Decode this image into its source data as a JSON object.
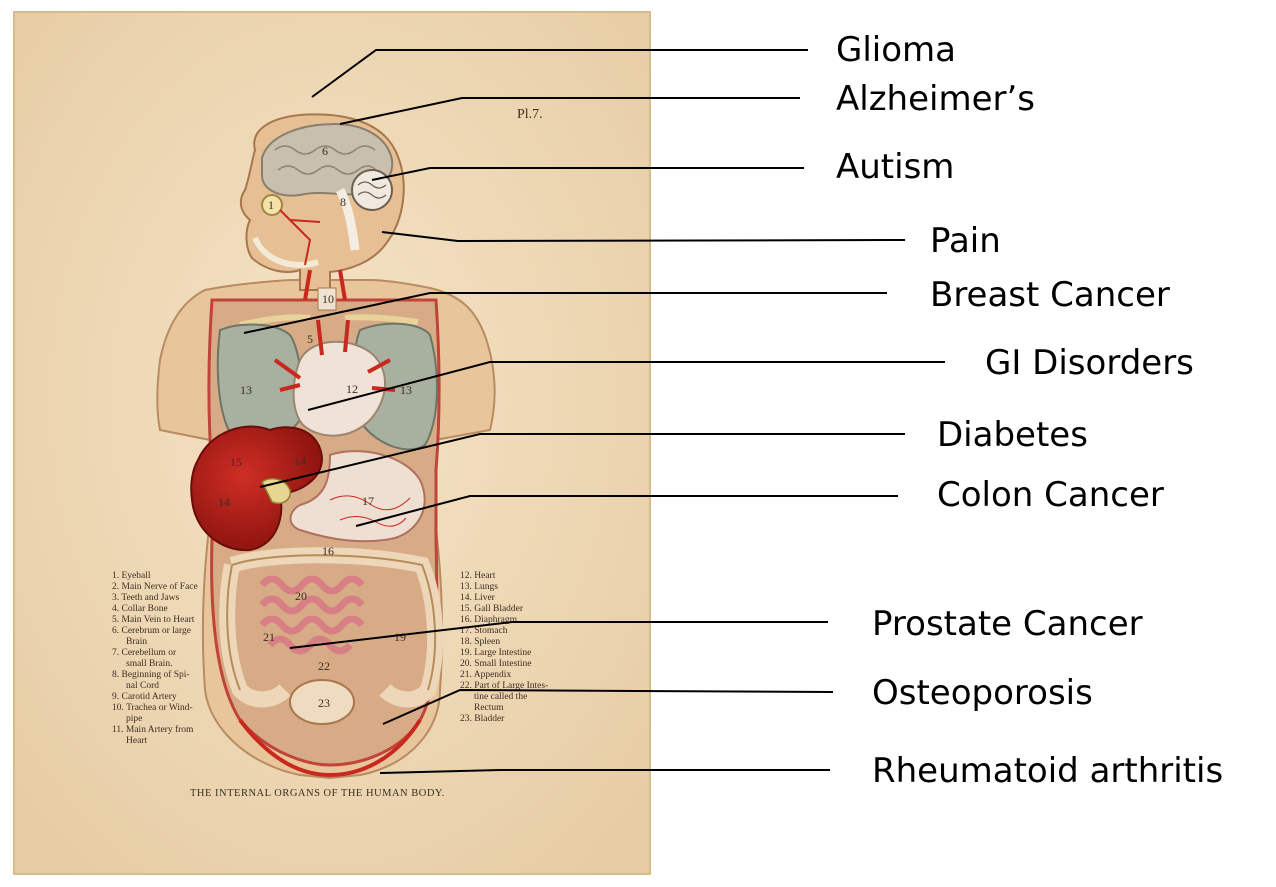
{
  "plate": {
    "plate_number": "Pl.7.",
    "caption": "THE INTERNAL ORGANS OF THE HUMAN BODY.",
    "legend_left": [
      "1. Eyeball",
      "2. Main Nerve of Face",
      "3. Teeth and Jaws",
      "4. Collar Bone",
      "5. Main Vein to Heart",
      "6. Cerebrum or large",
      "Brain",
      "7. Cerebellum or",
      "small Brain.",
      "8. Beginning of Spi-",
      "nal Cord",
      "9. Carotid Artery",
      "10. Trachea or Wind-",
      "pipe",
      "11. Main Artery from",
      "Heart"
    ],
    "legend_right": [
      "12. Heart",
      "13. Lungs",
      "14. Liver",
      "15. Gall Bladder",
      "16. Diaphragm",
      "17. Stomach",
      "18. Spleen",
      "19. Large Intestine",
      "20. Small Intestine",
      "21. Appendix",
      "22. Part of Large Intes-",
      "tine called the",
      "Rectum",
      "23. Bladder"
    ],
    "organ_numbers": [
      "1",
      "6",
      "8",
      "10",
      "5",
      "12",
      "13",
      "13",
      "14",
      "14",
      "15",
      "17",
      "16",
      "20",
      "21",
      "22",
      "23",
      "19"
    ]
  },
  "labels": [
    "Glioma",
    "Alzheimer’s",
    "Autism",
    "Pain",
    "Breast Cancer",
    "GI Disorders",
    "Diabetes",
    "Colon Cancer",
    "Prostate  Cancer",
    "Osteoporosis",
    "Rheumatoid arthritis"
  ],
  "colors": {
    "paper": "#f0dcbc",
    "paper_edge": "#e2c79d",
    "skin": "#e8c39a",
    "brain": "#c9bfae",
    "liver": "#b5201b",
    "heart": "#efe2d6",
    "lung": "#a8b0a0",
    "intestine": "#e8a8a0",
    "artery": "#c8281e",
    "leader": "#000000"
  }
}
